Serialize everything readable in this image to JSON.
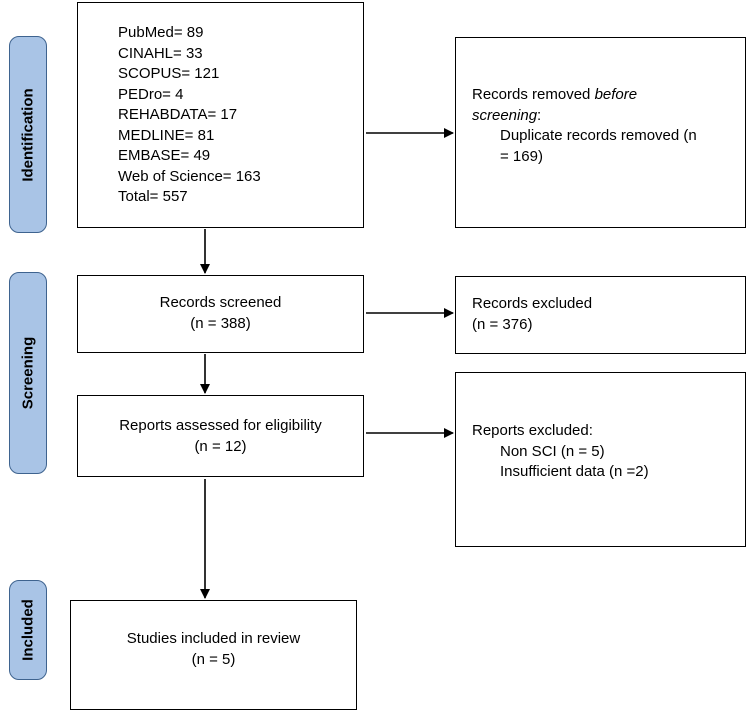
{
  "phases": {
    "identification": "Identification",
    "screening": "Screening",
    "included": "Included"
  },
  "sources": [
    "PubMed= 89",
    "CINAHL= 33",
    "SCOPUS= 121",
    "PEDro= 4",
    "REHABDATA= 17",
    "MEDLINE= 81",
    "EMBASE= 49",
    "Web of Science= 163",
    "Total= 557"
  ],
  "removed": {
    "title_plain": "Records removed ",
    "title_em": "before screening",
    "title_colon": ":",
    "detail_line1": "Duplicate records removed (n",
    "detail_line2": "= 169)"
  },
  "screened": {
    "title": "Records screened",
    "n": "(n = 388)"
  },
  "excluded": {
    "title": "Records excluded",
    "n": "(n = 376)"
  },
  "assessed": {
    "title": "Reports assessed for eligibility",
    "n": "(n = 12)"
  },
  "reports_excluded": {
    "title": "Reports excluded:",
    "reason1": "Non SCI (n = 5)",
    "reason2": "Insufficient data (n =2)"
  },
  "included": {
    "title": "Studies included in review",
    "n": "(n = 5)"
  }
}
